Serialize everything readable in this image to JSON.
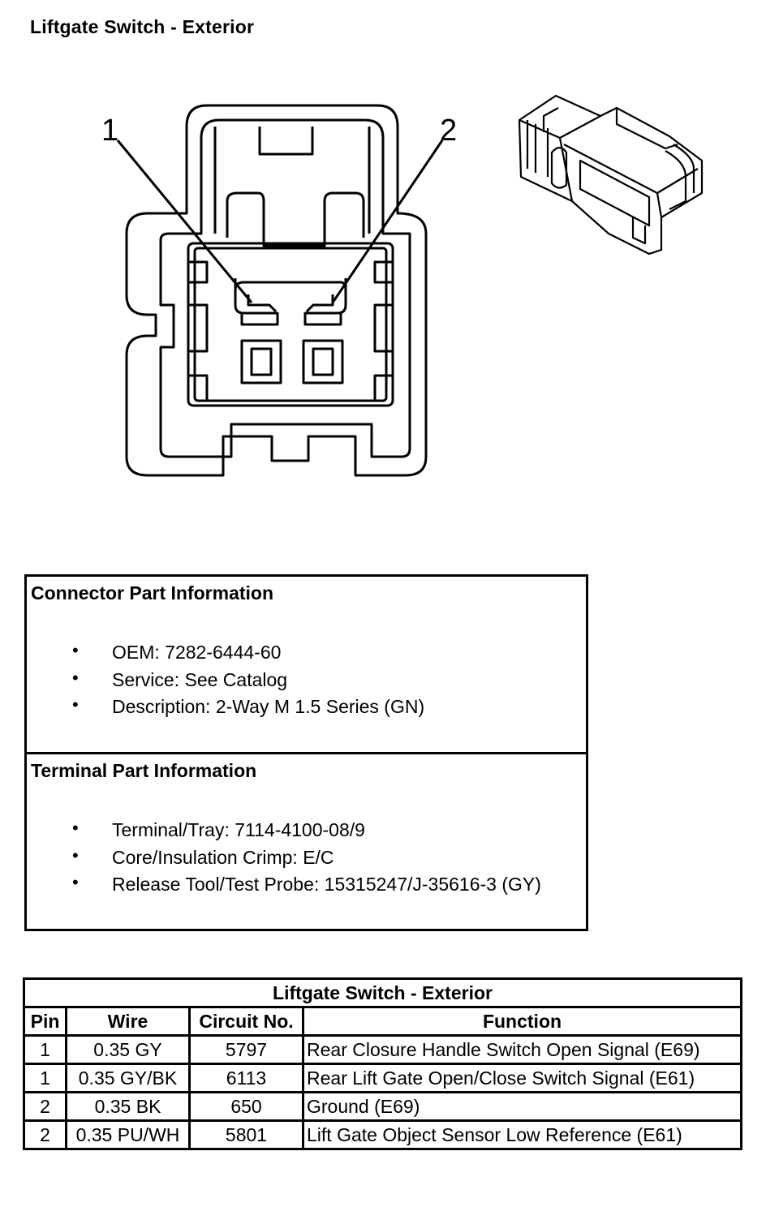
{
  "page_title": "Liftgate Switch - Exterior",
  "connector_face": {
    "pin_labels": [
      "1",
      "2"
    ]
  },
  "connector_part_info": {
    "heading": "Connector Part Information",
    "items": [
      "OEM: 7282-6444-60",
      "Service: See Catalog",
      "Description: 2-Way M 1.5 Series (GN)"
    ]
  },
  "terminal_part_info": {
    "heading": "Terminal Part Information",
    "items": [
      "Terminal/Tray: 7114-4100-08/9",
      "Core/Insulation Crimp: E/C",
      "Release Tool/Test Probe: 15315247/J-35616-3 (GY)"
    ]
  },
  "pinout_table": {
    "title": "Liftgate Switch - Exterior",
    "headers": [
      "Pin",
      "Wire",
      "Circuit No.",
      "Function"
    ],
    "rows": [
      [
        "1",
        "0.35 GY",
        "5797",
        "Rear Closure Handle Switch Open Signal (E69)"
      ],
      [
        "1",
        "0.35 GY/BK",
        "6113",
        "Rear Lift Gate Open/Close Switch Signal (E61)"
      ],
      [
        "2",
        "0.35 BK",
        "650",
        "Ground (E69)"
      ],
      [
        "2",
        "0.35 PU/WH",
        "5801",
        "Lift Gate Object Sensor Low Reference (E61)"
      ]
    ]
  }
}
